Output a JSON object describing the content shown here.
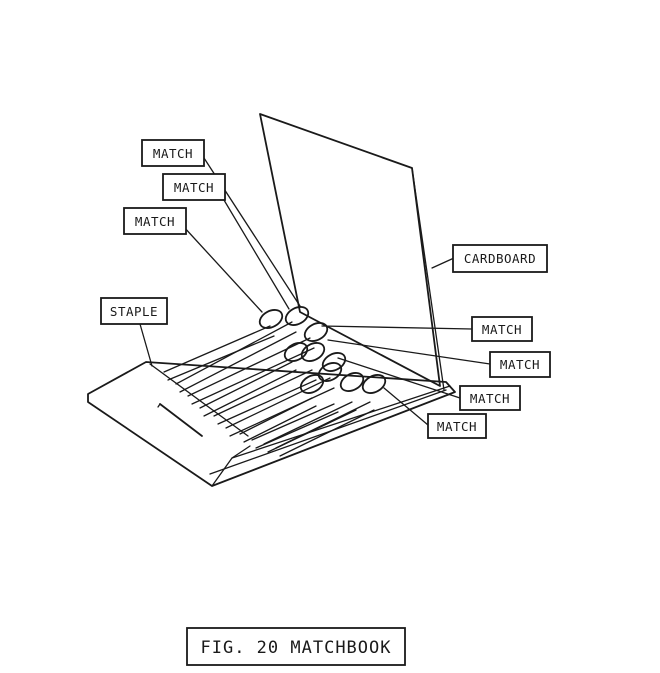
{
  "labels": {
    "match_1": "MATCH",
    "match_2": "MATCH",
    "match_3": "MATCH",
    "staple": "STAPLE",
    "cardboard": "CARDBOARD",
    "match_4": "MATCH",
    "match_5": "MATCH",
    "match_6": "MATCH",
    "match_7": "MATCH"
  },
  "caption": "FIG. 20 MATCHBOOK",
  "colors": {
    "ink": "#1a1a1a",
    "paper": "#ffffff"
  }
}
